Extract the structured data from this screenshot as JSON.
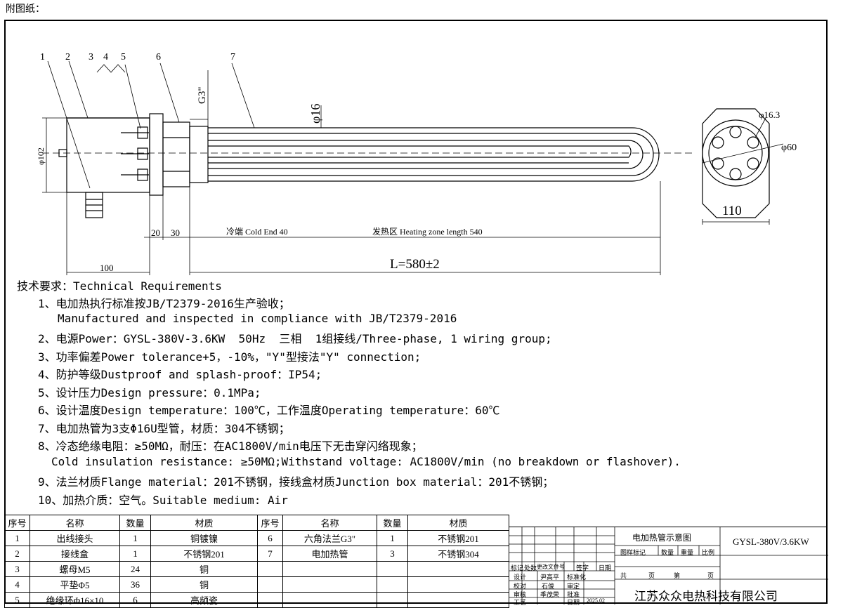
{
  "header": "附图纸：",
  "drawing": {
    "callouts": [
      "1",
      "2",
      "3",
      "4",
      "5",
      "6",
      "7"
    ],
    "dims": {
      "g3": "G3\"",
      "phi16": "φ16",
      "phi102": "φ102",
      "phi16_3": "φ16.3",
      "phi60": "φ60",
      "hex110": "110",
      "d100": "100",
      "d20": "20",
      "d30": "30",
      "cold_end": "冷端 Cold End 40",
      "heating_zone": "发热区 Heating zone length 540",
      "length": "L=580±2"
    }
  },
  "requirements": [
    "技术要求：Technical Requirements",
    "1、电加热执行标准按JB/T2379-2016生产验收；",
    "Manufactured and inspected in compliance with JB/T2379-2016",
    "2、电源Power：GYSL-380V-3.6KW  50Hz  三相  1组接线/Three-phase, 1 wiring group;",
    "3、功率偏差Power tolerance+5，-10%，\"Y\"型接法\"Y\" connection;",
    "4、防护等级Dustproof and splash-proof：IP54;",
    "5、设计压力Design pressure：0.1MPa;",
    "6、设计温度Design temperature：100℃，工作温度Operating temperature：60℃",
    "7、电加热管为3支Φ16U型管，材质：304不锈钢；",
    "8、冷态绝缘电阻：≥50MΩ，耐压：在AC1800V/min电压下无击穿闪络现象；",
    "Cold insulation resistance: ≥50MΩ;Withstand voltage: AC1800V/min (no breakdown or flashover).",
    "9、法兰材质Flange material：201不锈钢，接线盒材质Junction box material：201不锈钢；",
    "10、加热介质：空气。Suitable medium: Air"
  ],
  "bom": {
    "headers": [
      "序号",
      "名称",
      "数量",
      "材质",
      "序号",
      "名称",
      "数量",
      "材质"
    ],
    "rows": [
      [
        "1",
        "出线接头",
        "1",
        "铜镀镍",
        "6",
        "六角法兰G3\"",
        "1",
        "不锈钢201"
      ],
      [
        "2",
        "接线盒",
        "1",
        "不锈钢201",
        "7",
        "电加热管",
        "3",
        "不锈钢304"
      ],
      [
        "3",
        "螺母M5",
        "24",
        "铜",
        "",
        "",
        "",
        ""
      ],
      [
        "4",
        "平垫Φ5",
        "36",
        "铜",
        "",
        "",
        "",
        ""
      ],
      [
        "5",
        "绝缘环Φ16×10",
        "6",
        "高频瓷",
        "",
        "",
        "",
        ""
      ]
    ]
  },
  "title_block": {
    "drawing_title": "电加热管示意图",
    "model": "GYSL-380V/3.6KW",
    "company": "江苏众众电热科技有限公司",
    "mark_labels": [
      "图样标记",
      "数量",
      "重量",
      "比例"
    ],
    "sheet_labels": [
      "共",
      "页",
      "第",
      "页"
    ],
    "change_labels": [
      "标记",
      "处数",
      "更改文件号",
      "签字",
      "日期"
    ],
    "roles": [
      [
        "设计",
        "尹高平",
        "标准化"
      ],
      [
        "校对",
        "石俊",
        "审定"
      ],
      [
        "审核",
        "季茂荣",
        "批准"
      ],
      [
        "工艺",
        "",
        "日期",
        "2025.02"
      ]
    ]
  }
}
